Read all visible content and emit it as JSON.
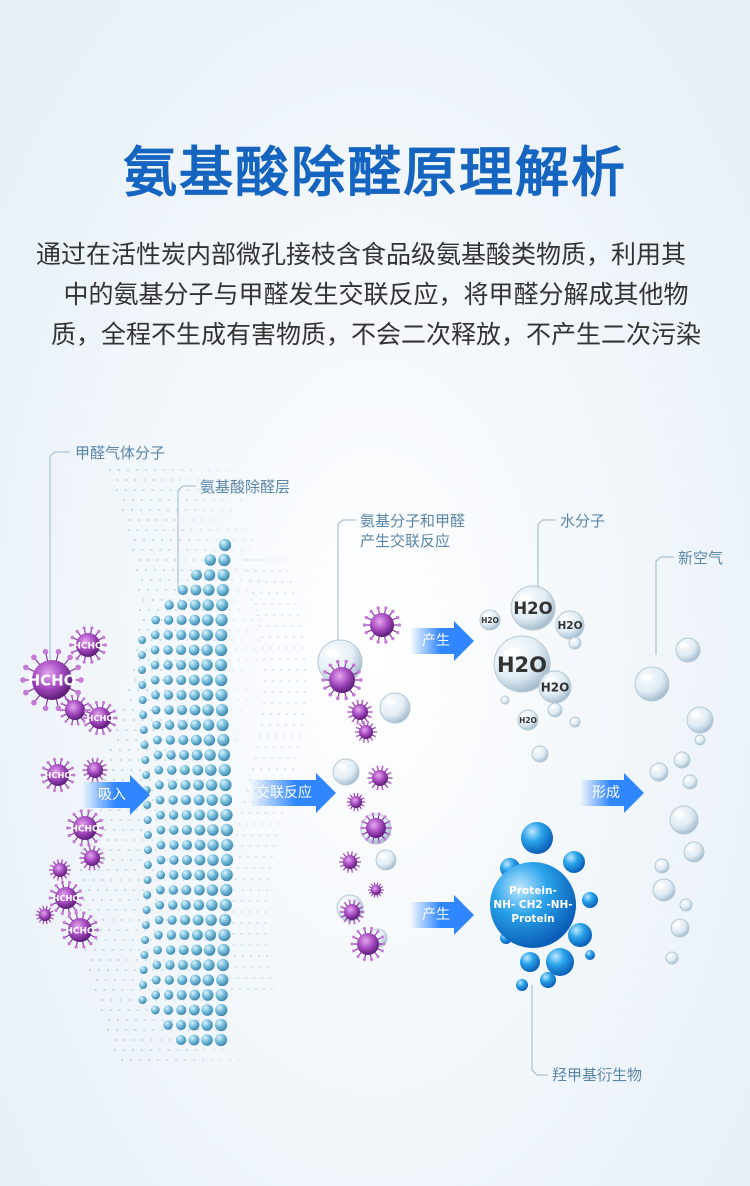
{
  "title": "氨基酸除醛原理解析",
  "description": [
    "通过在活性炭内部微孔接枝含食品级氨基酸类物质，利用其",
    "中的氨基分子与甲醛发生交联反应，将甲醛分解成其他物",
    "质，全程不生成有害物质，不会二次释放，不产生二次污染"
  ],
  "labels": {
    "formaldehyde_gas": "甲醛气体分子",
    "amino_layer": "氨基酸除醛层",
    "crosslink_line1": "氨基分子和甲醛",
    "crosslink_line2": "产生交联反应",
    "water": "水分子",
    "fresh_air": "新空气",
    "derivative": "羟甲基衍生物"
  },
  "arrows": {
    "absorb": "吸入",
    "crosslink": "交联反应",
    "produce_water": "产生",
    "produce_derivative": "产生",
    "form": "形成"
  },
  "molecules": {
    "hcho": "HCHO",
    "h2o": "H2O",
    "protein_line1": "Protein-",
    "protein_line2": "NH- CH2 -NH-",
    "protein_line3": "Protein"
  },
  "colors": {
    "title": "#1565c0",
    "arrow": "#2f86ff",
    "virus": "#9b3fb5",
    "bead": "#5fb3d6",
    "label": "#5a86a8"
  }
}
